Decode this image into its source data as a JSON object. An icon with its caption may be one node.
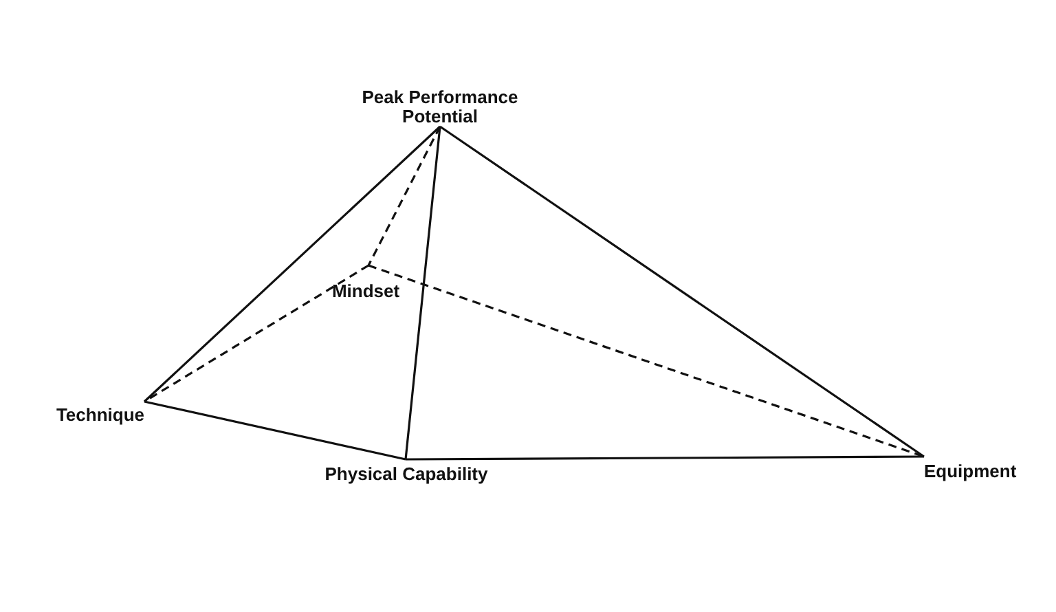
{
  "diagram": {
    "nodes": [
      {
        "text": [
          "Peak Performance Potential"
        ]
      },
      {
        "text": [
          "Mindset"
        ]
      },
      {
        "text": [
          "Technique"
        ]
      },
      {
        "text": [
          "Physical Capability"
        ]
      },
      {
        "text": [
          "Equipment"
        ]
      }
    ],
    "edges": [
      {
        "from": 0,
        "to": 2,
        "arrow": "none"
      },
      {
        "from": 0,
        "to": 3,
        "arrow": "none"
      },
      {
        "from": 0,
        "to": 4,
        "arrow": "none"
      },
      {
        "from": 0,
        "to": 1,
        "arrow": "none",
        "style": "dashed"
      },
      {
        "from": 1,
        "to": 2,
        "arrow": "none",
        "style": "dashed"
      },
      {
        "from": 1,
        "to": 4,
        "arrow": "none",
        "style": "dashed"
      },
      {
        "from": 2,
        "to": 3,
        "arrow": "none"
      },
      {
        "from": 3,
        "to": 4,
        "arrow": "none"
      }
    ]
  }
}
